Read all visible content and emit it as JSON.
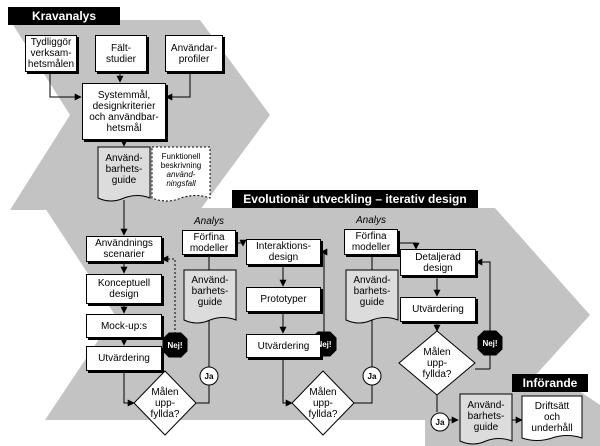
{
  "headers": {
    "kravanalys": "Kravanalys",
    "evolutionar": "Evolutionär utveckling – iterativ design",
    "inforande": "Införande"
  },
  "krav": {
    "tydliggor": [
      "Tydliggör",
      "verksam-",
      "hetsmålen"
    ],
    "faltstudier": [
      "Fält-",
      "studier"
    ],
    "anvandarprofiler": [
      "Användar-",
      "profiler"
    ],
    "systemmal": [
      "Systemmål,",
      "designkriterier",
      "och användbar-",
      "hetsmål"
    ],
    "guide": [
      "Använd-",
      "barhets-",
      "guide"
    ],
    "funktionell": [
      "Funktionell",
      "beskrivning"
    ],
    "funktionell_italic": [
      "använd-",
      "ningsfall"
    ]
  },
  "evo": {
    "analys_label": "Analys",
    "forfina": [
      "Förfina",
      "modeller"
    ],
    "guide": [
      "Använd-",
      "barhets-",
      "guide"
    ],
    "anvandningsscenarier": [
      "Användnings",
      "scenarier"
    ],
    "konceptuell": [
      "Konceptuell",
      "design"
    ],
    "mockups": "Mock-up:s",
    "utvardering": "Utvärdering",
    "malen": [
      "Målen",
      "upp-",
      "fyllda?"
    ],
    "interaktionsdesign": [
      "Interaktions-",
      "design"
    ],
    "prototyper": "Prototyper",
    "detaljerad": [
      "Detaljerad",
      "design"
    ]
  },
  "inforande": {
    "guide": [
      "Använd-",
      "barhets-",
      "guide"
    ],
    "driftsatt": [
      "Driftsätt",
      "och",
      "underhåll"
    ]
  },
  "badges": {
    "nej": "Nej!",
    "ja": "Ja"
  },
  "colors": {
    "band": "#c3c3c3",
    "header": "#000000",
    "guide": "#dcdcdc",
    "nej": "#000000"
  }
}
